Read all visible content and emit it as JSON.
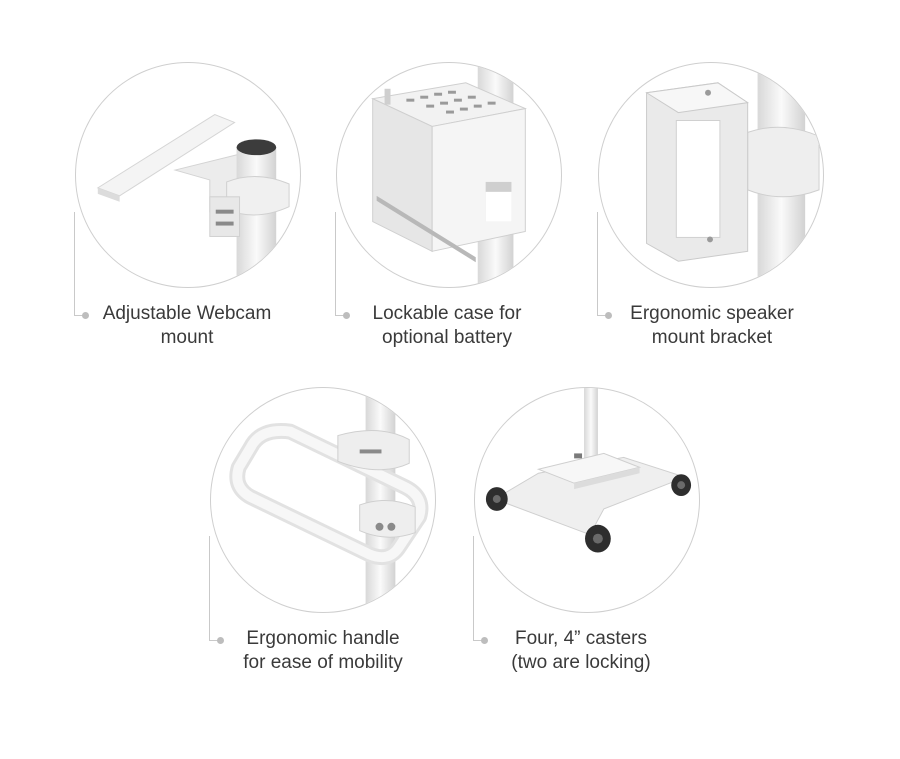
{
  "features": [
    {
      "id": "webcam",
      "icon": "webcam-mount-icon",
      "lines": [
        "Adjustable Webcam",
        "mount"
      ]
    },
    {
      "id": "battery",
      "icon": "battery-case-icon",
      "lines": [
        "Lockable case for",
        "optional battery"
      ]
    },
    {
      "id": "speaker",
      "icon": "speaker-bracket-icon",
      "lines": [
        "Ergonomic speaker",
        "mount bracket"
      ]
    },
    {
      "id": "handle",
      "icon": "handle-icon",
      "lines": [
        "Ergonomic handle",
        "for ease of mobility"
      ]
    },
    {
      "id": "casters",
      "icon": "caster-base-icon",
      "lines": [
        "Four, 4” casters",
        "(two are locking)"
      ]
    }
  ],
  "colors": {
    "ring": "#cfcfcf",
    "leader": "#c9c9c9",
    "text": "#3a3a3a",
    "product": "#eeeeee"
  }
}
